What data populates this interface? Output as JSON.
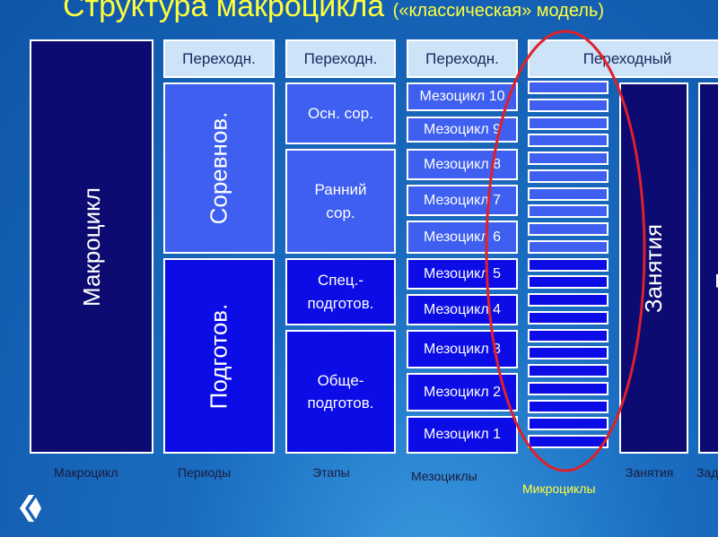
{
  "title": {
    "main": "Структура макроцикла",
    "sub": "(«классическая» модель)"
  },
  "macrocycle": {
    "label": "Макроцикл"
  },
  "periods": {
    "header": "Переходн.",
    "competitive": "Соревнов.",
    "preparatory": "Подготов."
  },
  "stages": {
    "header": "Переходн.",
    "items": [
      "Осн. сор.",
      "Ранний сор.",
      "Спец.-подготов.",
      "Обще-подготов."
    ]
  },
  "mesocycles": {
    "header": "Переходн.",
    "items": [
      "Мезоцикл 10",
      "Мезоцикл 9",
      "Мезоцикл 8",
      "Мезоцикл 7",
      "Мезоцикл 6",
      "Мезоцикл 5",
      "Мезоцикл 4",
      "Мезоцикл 3",
      "Мезоцикл 2",
      "Мезоцикл 1"
    ]
  },
  "microcycles": {
    "header": "Переходный",
    "light_count": 10,
    "dark_count": 11
  },
  "sessions": {
    "label": "Занятия"
  },
  "tasks": {
    "label": "Тре"
  },
  "bottom_labels": {
    "macrocycle": "Макроцикл",
    "periods": "Периоды",
    "stages": "Этапы",
    "mesocycles": "Мезоциклы",
    "microcycles": "Микроциклы",
    "sessions": "Занятия",
    "tasks": "Зад"
  },
  "colors": {
    "title": "#ffff3c",
    "navy": "#0b0b72",
    "medium": "#3e5ff0",
    "blue": "#0c0ce6",
    "highlight": "#e0202a",
    "microcycles_label": "#ffff3c"
  }
}
